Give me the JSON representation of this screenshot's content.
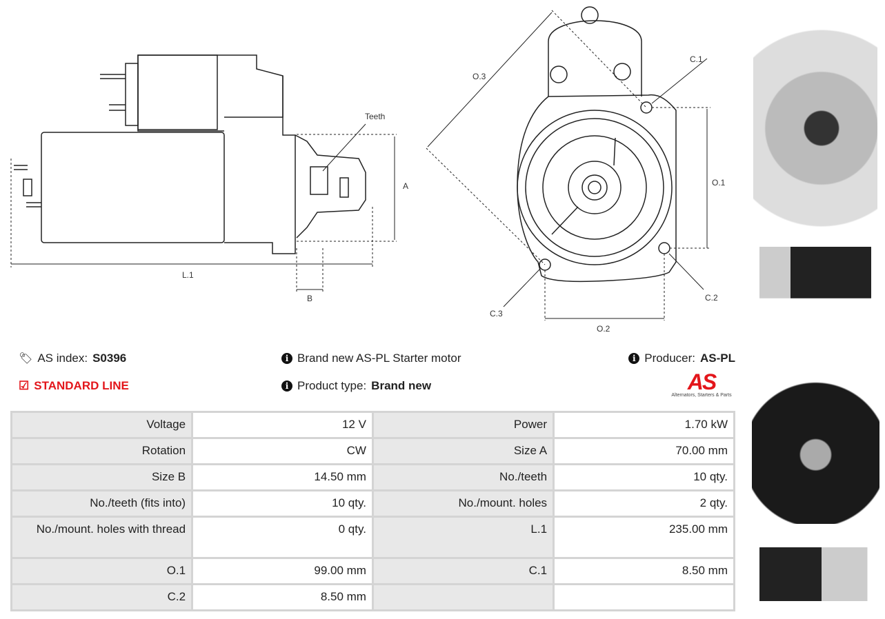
{
  "drawing": {
    "side_labels": {
      "teeth": "Teeth",
      "a": "A",
      "l1": "L.1",
      "b": "B"
    },
    "front_labels": {
      "o3": "O.3",
      "c1": "C.1",
      "o1": "O.1",
      "c2": "C.2",
      "c3": "C.3",
      "o2": "O.2"
    }
  },
  "info": {
    "index_label": "AS index:",
    "index_value": "S0396",
    "line": "STANDARD LINE",
    "description": "Brand new AS-PL Starter motor",
    "product_type_label": "Product type:",
    "product_type_value": "Brand new",
    "producer_label": "Producer:",
    "producer_value": "AS-PL",
    "logo_text": "AS",
    "logo_tagline": "Alternators, Starters & Parts",
    "accent_color": "#e3161b"
  },
  "specs": [
    [
      {
        "label": "Voltage",
        "value": "12 V"
      },
      {
        "label": "Power",
        "value": "1.70 kW"
      }
    ],
    [
      {
        "label": "Rotation",
        "value": "CW"
      },
      {
        "label": "Size A",
        "value": "70.00 mm"
      }
    ],
    [
      {
        "label": "Size B",
        "value": "14.50 mm"
      },
      {
        "label": "No./teeth",
        "value": "10 qty."
      }
    ],
    [
      {
        "label": "No./teeth (fits into)",
        "value": "10 qty."
      },
      {
        "label": "No./mount. holes",
        "value": "2 qty."
      }
    ],
    [
      {
        "label": "No./mount. holes with thread",
        "value": "0 qty."
      },
      {
        "label": "L.1",
        "value": "235.00 mm"
      }
    ],
    [
      {
        "label": "O.1",
        "value": "99.00 mm"
      },
      {
        "label": "C.1",
        "value": "8.50 mm"
      }
    ],
    [
      {
        "label": "C.2",
        "value": "8.50 mm"
      },
      {
        "label": "",
        "value": ""
      }
    ]
  ]
}
